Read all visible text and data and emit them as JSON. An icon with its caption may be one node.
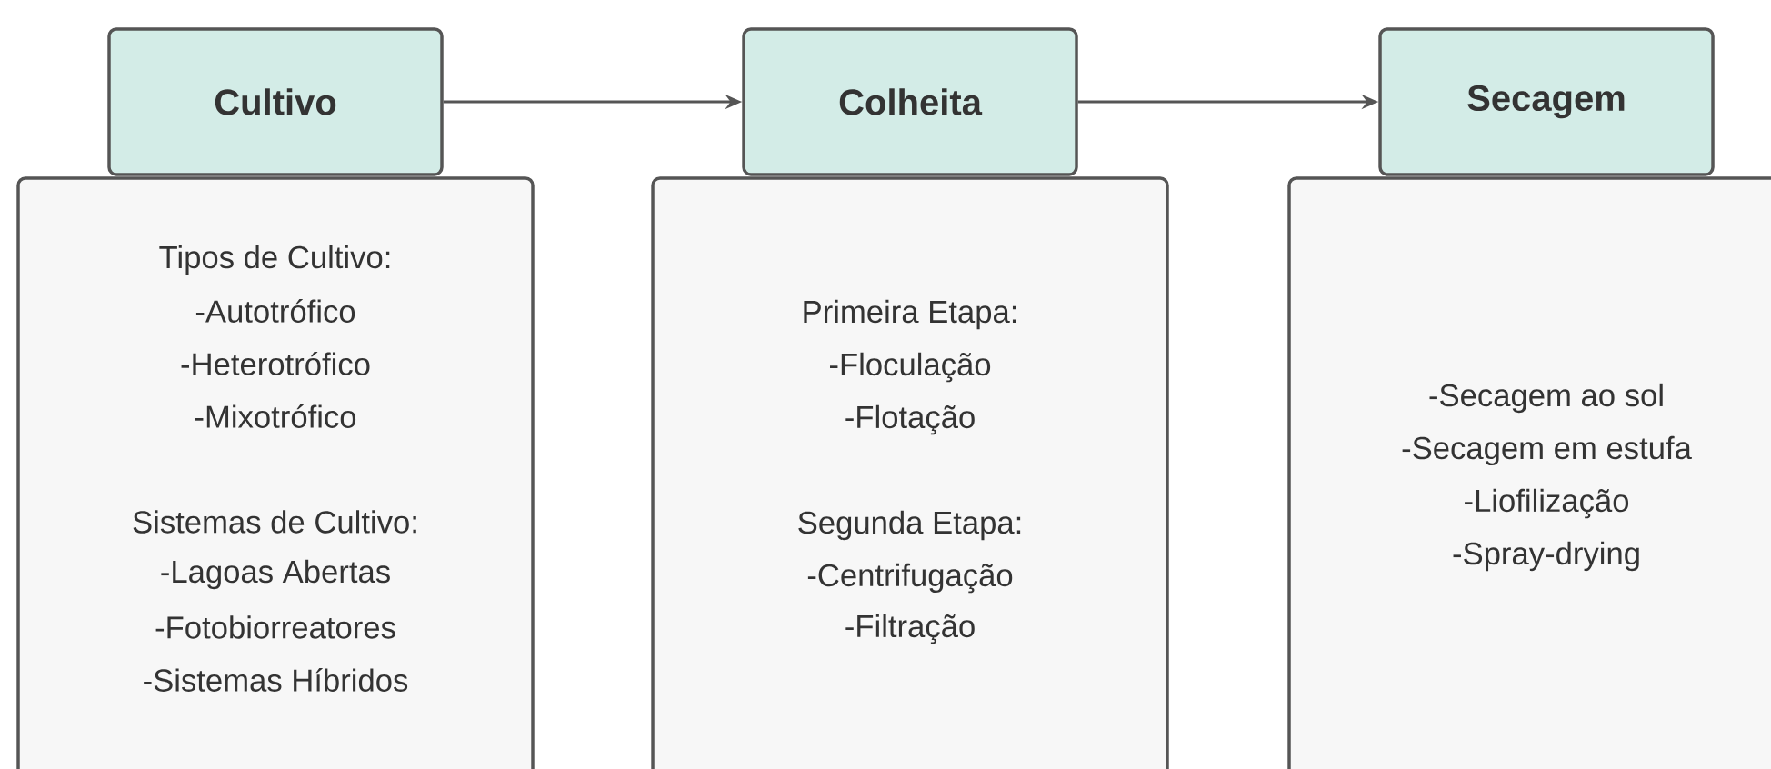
{
  "diagram": {
    "nodes": [
      {
        "text": [
          "Cultivo"
        ]
      },
      {
        "text": [
          "Tipos de Cultivo:",
          "-Autotrófico",
          "-Heterotrófico",
          "-Mixotrófico",
          "Sistemas de Cultivo:",
          "-Lagoas Abertas",
          "-Fotobiorreatores",
          "-Sistemas Híbridos"
        ]
      },
      {
        "text": [
          "Colheita"
        ]
      },
      {
        "text": [
          "Primeira Etapa:",
          "-Floculação",
          "-Flotação",
          "Segunda Etapa:",
          "-Centrifugação",
          "-Filtração"
        ]
      },
      {
        "text": [
          "Secagem"
        ]
      },
      {
        "text": [
          "-Secagem ao sol",
          "-Secagem em estufa",
          "-Liofilização",
          "-Spray-drying"
        ]
      }
    ],
    "edges": [
      {
        "from": 0,
        "to": 2,
        "arrow": "to"
      },
      {
        "from": 2,
        "to": 4,
        "arrow": "to"
      }
    ]
  }
}
